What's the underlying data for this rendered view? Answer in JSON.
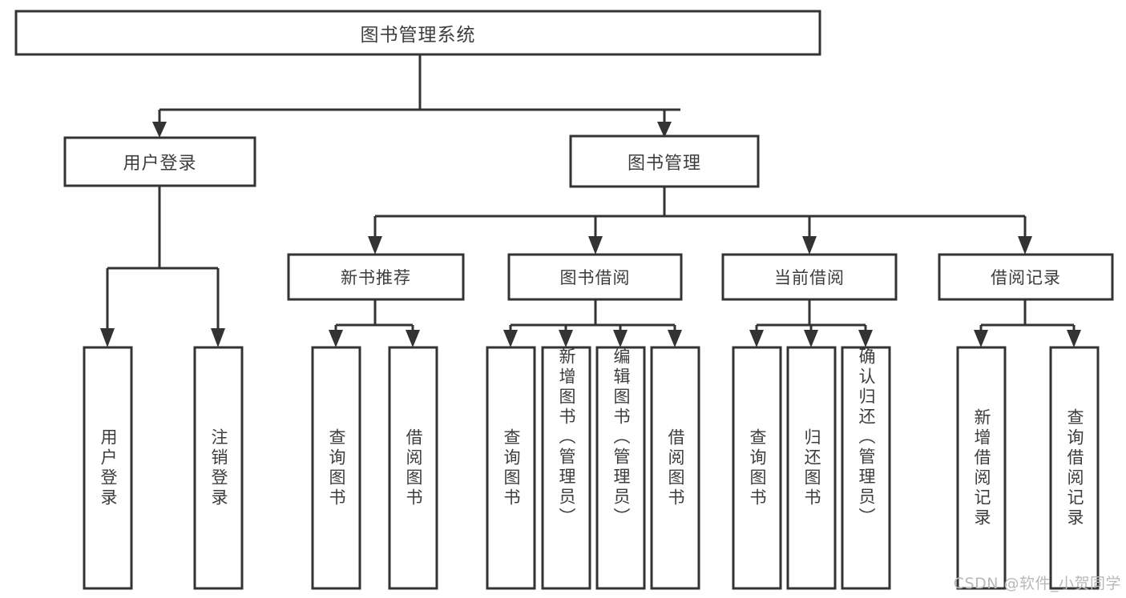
{
  "diagram": {
    "title": "图书管理系统",
    "type": "tree",
    "watermark": "CSDN @软件_小贺同学",
    "root": {
      "id": "root",
      "label": "图书管理系统",
      "orientation": "horizontal"
    },
    "level1": [
      {
        "id": "user-login",
        "label": "用户登录",
        "orientation": "horizontal"
      },
      {
        "id": "book-management",
        "label": "图书管理",
        "orientation": "horizontal"
      }
    ],
    "level2": [
      {
        "id": "new-book-recommend",
        "label": "新书推荐",
        "parent": "book-management",
        "orientation": "horizontal"
      },
      {
        "id": "book-borrow",
        "label": "图书借阅",
        "parent": "book-management",
        "orientation": "horizontal"
      },
      {
        "id": "current-borrow",
        "label": "当前借阅",
        "parent": "book-management",
        "orientation": "horizontal"
      },
      {
        "id": "borrow-record",
        "label": "借阅记录",
        "parent": "book-management",
        "orientation": "horizontal"
      }
    ],
    "leaves": [
      {
        "id": "leaf-user-login",
        "label": "用户登录",
        "parent": "user-login",
        "orientation": "vertical"
      },
      {
        "id": "leaf-user-logout",
        "label": "注销登录",
        "parent": "user-login",
        "orientation": "vertical"
      },
      {
        "id": "leaf-query-book-1",
        "label": "查询图书",
        "parent": "new-book-recommend",
        "orientation": "vertical"
      },
      {
        "id": "leaf-borrow-book-1",
        "label": "借阅图书",
        "parent": "new-book-recommend",
        "orientation": "vertical"
      },
      {
        "id": "leaf-query-book-2",
        "label": "查询图书",
        "parent": "book-borrow",
        "orientation": "vertical"
      },
      {
        "id": "leaf-add-book",
        "label": "新增图书（管理员）",
        "parent": "book-borrow",
        "orientation": "vertical"
      },
      {
        "id": "leaf-edit-book",
        "label": "编辑图书（管理员）",
        "parent": "book-borrow",
        "orientation": "vertical"
      },
      {
        "id": "leaf-borrow-book-2",
        "label": "借阅图书",
        "parent": "book-borrow",
        "orientation": "vertical"
      },
      {
        "id": "leaf-query-book-3",
        "label": "查询图书",
        "parent": "current-borrow",
        "orientation": "vertical"
      },
      {
        "id": "leaf-return-book",
        "label": "归还图书",
        "parent": "current-borrow",
        "orientation": "vertical"
      },
      {
        "id": "leaf-confirm-return",
        "label": "确认归还（管理员）",
        "parent": "current-borrow",
        "orientation": "vertical"
      },
      {
        "id": "leaf-add-record",
        "label": "新增借阅记录",
        "parent": "borrow-record",
        "orientation": "vertical"
      },
      {
        "id": "leaf-query-record",
        "label": "查询借阅记录",
        "parent": "borrow-record",
        "orientation": "vertical"
      }
    ],
    "colors": {
      "stroke": "#333333",
      "box_fill": "#ffffff",
      "text": "#3d3d3d",
      "background": "#ffffff",
      "watermark": "#b9b9b9"
    }
  }
}
